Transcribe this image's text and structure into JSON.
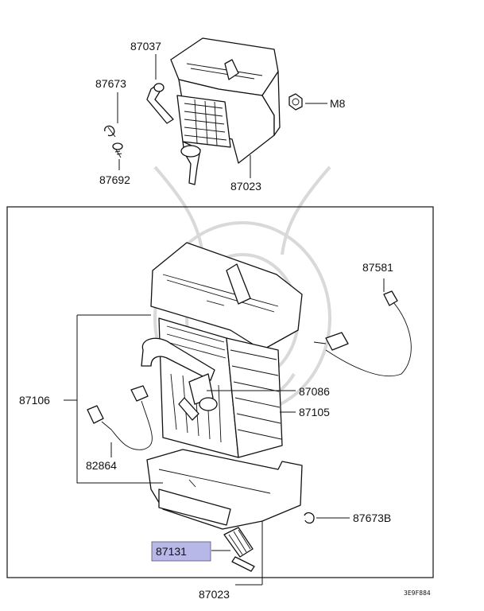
{
  "diagram": {
    "top_labels": {
      "p87037": "87037",
      "p87673": "87673",
      "p87692": "87692",
      "p87023_top": "87023",
      "m8": "M8"
    },
    "lower_labels": {
      "p87581": "87581",
      "p87106": "87106",
      "p87086": "87086",
      "p87105": "87105",
      "p82864": "82864",
      "p87673b": "87673B",
      "p87131": "87131",
      "p87023_bottom": "87023"
    },
    "highlight_color": "#b8b8e8",
    "diagram_code": "3E9F884"
  }
}
